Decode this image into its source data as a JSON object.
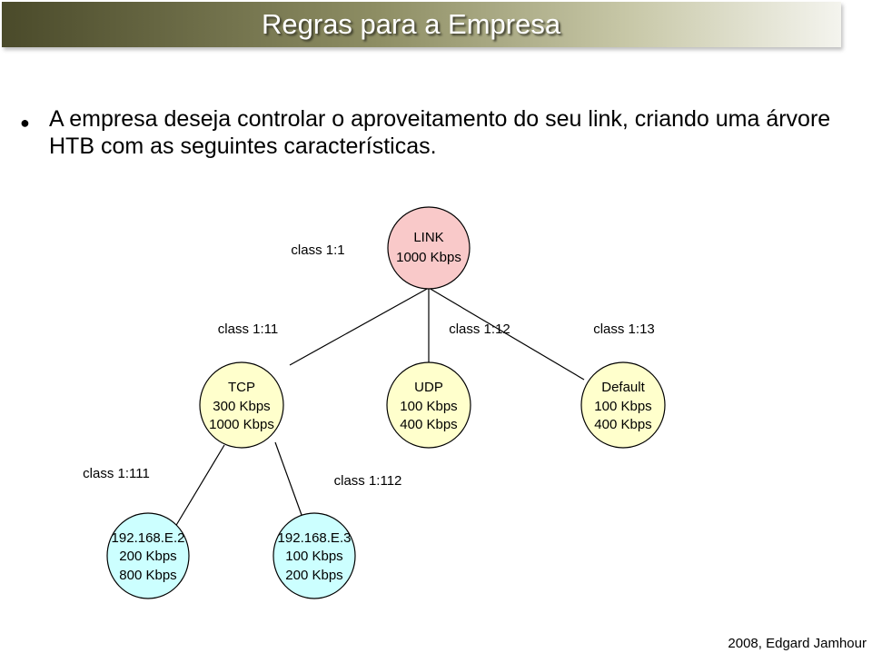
{
  "slide": {
    "title": "Regras para a Empresa",
    "bullet_text": "A empresa deseja controlar o aproveitamento do seu link, criando uma árvore HTB com as seguintes características.",
    "footer": "2008, Edgard Jamhour"
  },
  "colors": {
    "root_fill": "#f9c9c9",
    "class_fill": "#ffffcc",
    "leaf_fill": "#ccffff"
  },
  "tree": {
    "root": {
      "label": "class 1:1",
      "lines": [
        "LINK",
        "1000 Kbps"
      ]
    },
    "classes": [
      {
        "label": "class 1:11",
        "lines": [
          "TCP",
          "300 Kbps",
          "1000 Kbps"
        ]
      },
      {
        "label": "class 1:12",
        "lines": [
          "UDP",
          "100 Kbps",
          "400 Kbps"
        ]
      },
      {
        "label": "class 1:13",
        "lines": [
          "Default",
          "100 Kbps",
          "400 Kbps"
        ]
      }
    ],
    "leaves": [
      {
        "label": "class 1:111",
        "lines": [
          "192.168.E.2",
          "200 Kbps",
          "800 Kbps"
        ]
      },
      {
        "label": "class 1:112",
        "lines": [
          "192.168.E.3",
          "100 Kbps",
          "200 Kbps"
        ]
      }
    ]
  }
}
